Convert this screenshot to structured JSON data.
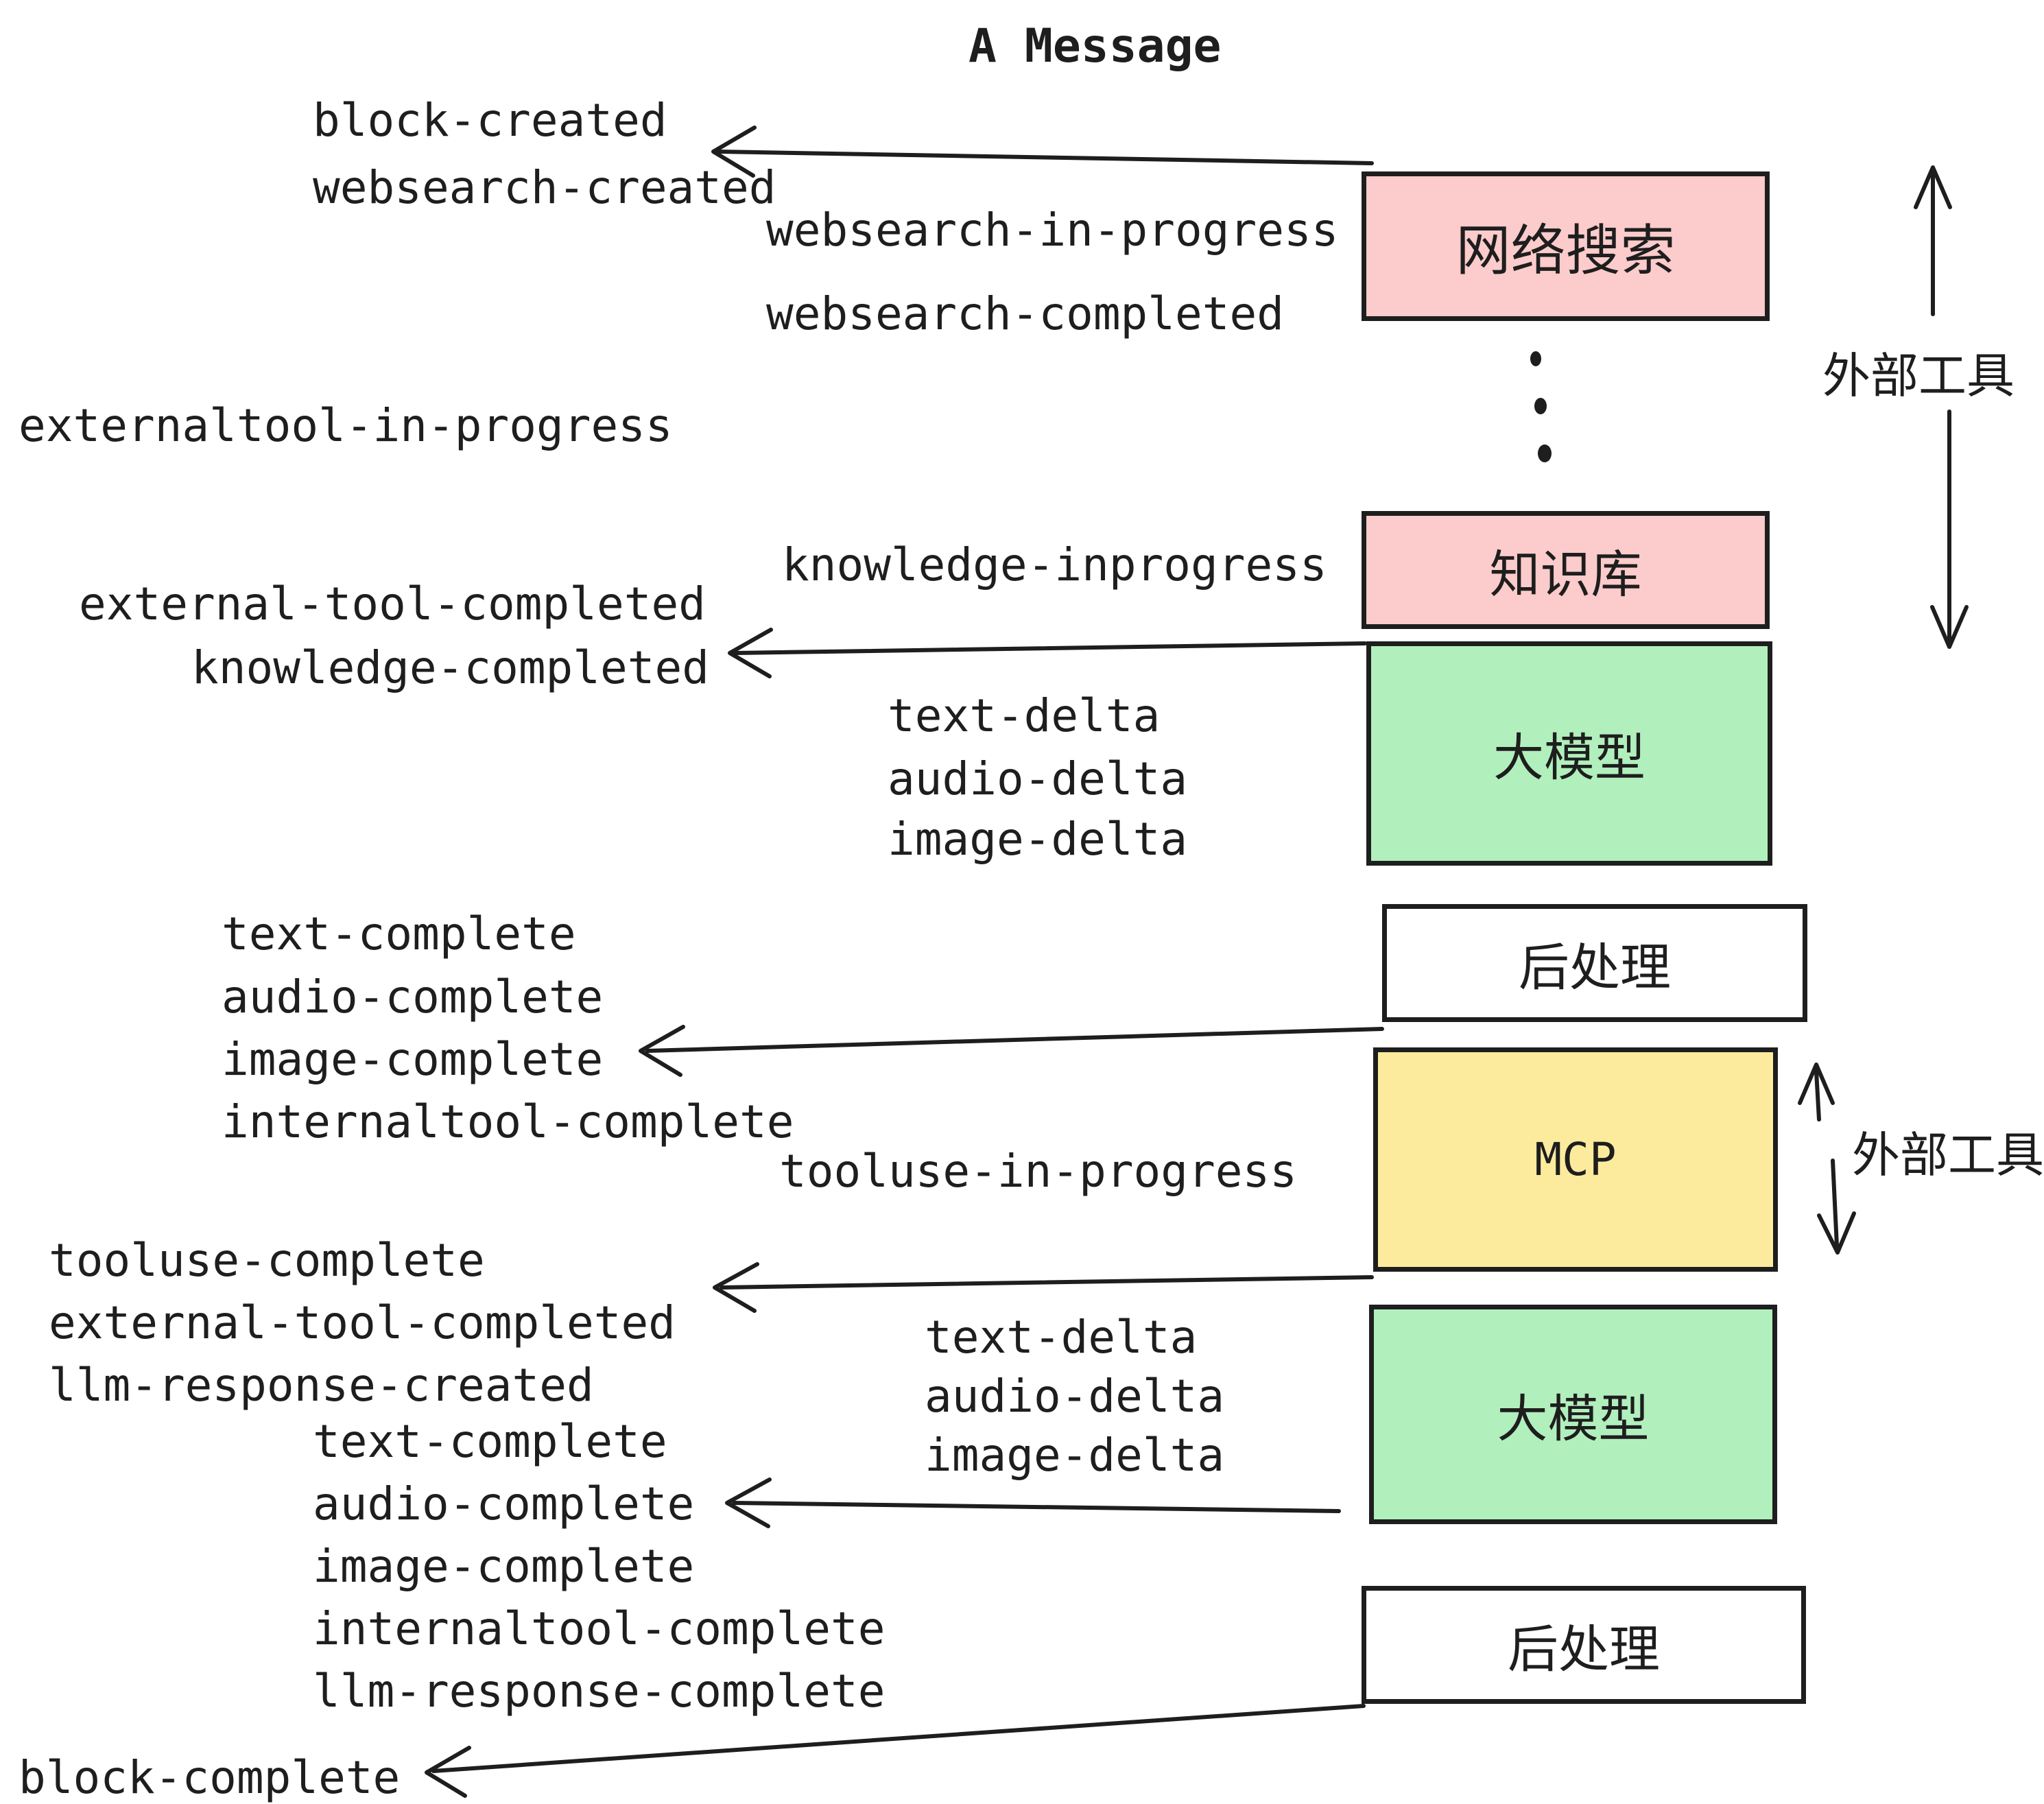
{
  "title": "A Message",
  "colors": {
    "pink": "#fccbcb",
    "green": "#b1efbd",
    "yellow": "#fdeb9d",
    "white": "#ffffff",
    "ink": "#1e1e1e"
  },
  "boxes": {
    "websearch": "网络搜索",
    "knowledge": "知识库",
    "llm": "大模型",
    "post": "后处理",
    "mcp": "MCP"
  },
  "side_labels": {
    "external_tools": "外部工具"
  },
  "events": {
    "block_created": "block-created",
    "websearch_created": "websearch-created",
    "websearch_in_progress": "websearch-in-progress",
    "websearch_completed": "websearch-completed",
    "externaltool_in_progress": "externaltool-in-progress",
    "knowledge_inprogress": "knowledge-inprogress",
    "external_tool_completed": "external-tool-completed",
    "knowledge_completed": "knowledge-completed",
    "text_delta": "text-delta",
    "audio_delta": "audio-delta",
    "image_delta": "image-delta",
    "text_complete": "text-complete",
    "audio_complete": "audio-complete",
    "image_complete": "image-complete",
    "internaltool_complete": "internaltool-complete",
    "tooluse_in_progress": "tooluse-in-progress",
    "tooluse_complete": "tooluse-complete",
    "llm_response_created": "llm-response-created",
    "llm_response_complete": "llm-response-complete",
    "block_complete": "block-complete"
  }
}
